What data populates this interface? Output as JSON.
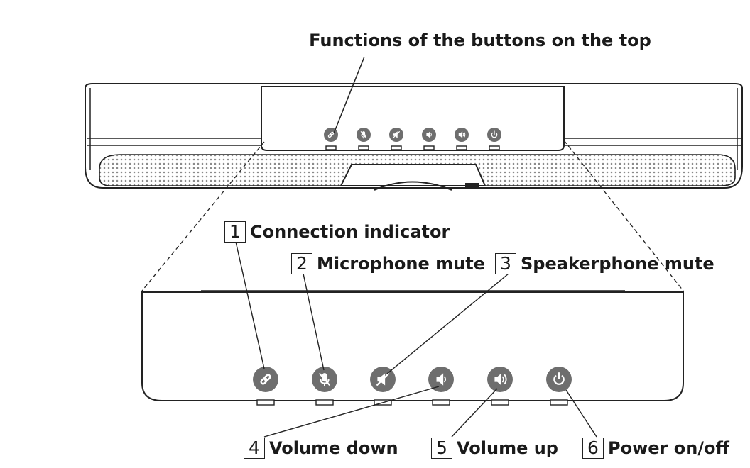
{
  "title": "Functions of the buttons on the top",
  "callouts": [
    {
      "num": "1",
      "label": "Connection indicator",
      "icon": "link-icon"
    },
    {
      "num": "2",
      "label": "Microphone mute",
      "icon": "mic-mute-icon"
    },
    {
      "num": "3",
      "label": "Speakerphone mute",
      "icon": "speaker-mute-icon"
    },
    {
      "num": "4",
      "label": "Volume down",
      "icon": "volume-down-icon"
    },
    {
      "num": "5",
      "label": "Volume up",
      "icon": "volume-up-icon"
    },
    {
      "num": "6",
      "label": "Power on/off",
      "icon": "power-icon"
    }
  ],
  "colors": {
    "outline": "#222222",
    "button": "#6e6e6e",
    "grille": "#999999"
  }
}
